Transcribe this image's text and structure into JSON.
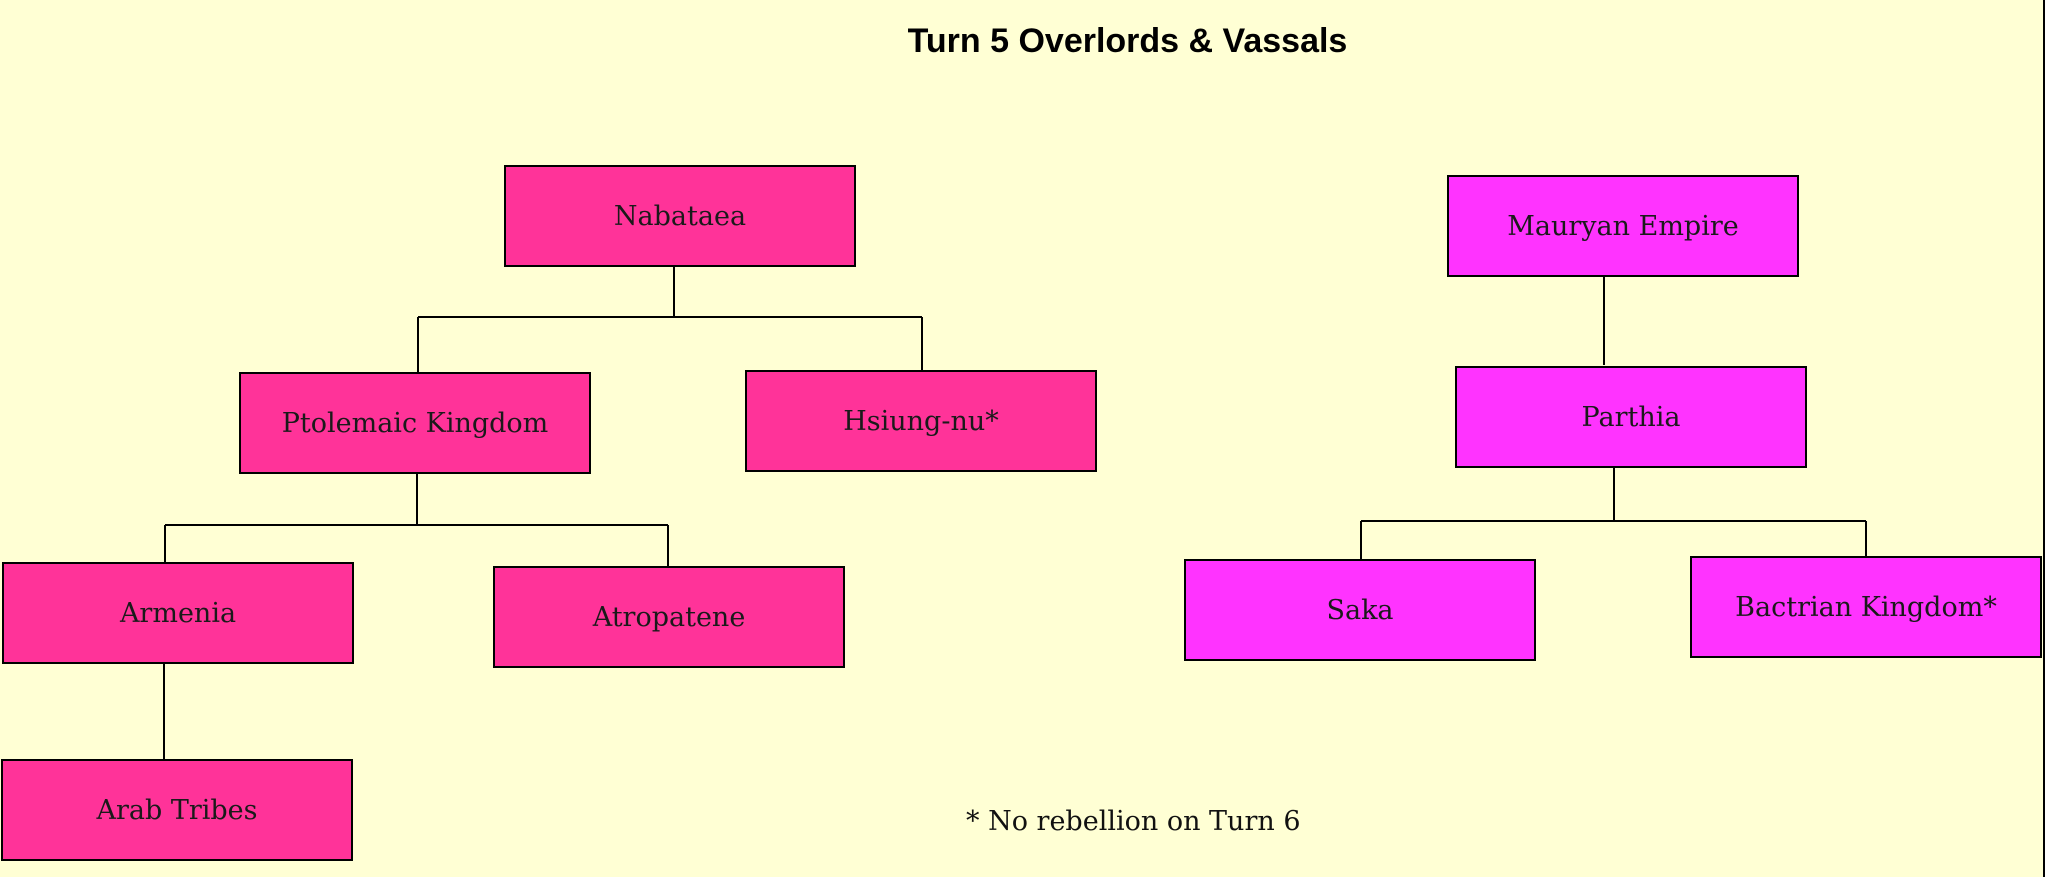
{
  "title": "Turn 5 Overlords & Vassals",
  "footnote": "* No rebellion on Turn 6",
  "colors": {
    "background": "#ffffd4",
    "group_a_fill": "#ff3399",
    "group_b_fill": "#ff33ff"
  },
  "group_a": {
    "root": "Nabataea",
    "vassals": {
      "ptolemaic": "Ptolemaic Kingdom",
      "hsiung_nu": "Hsiung-nu*",
      "armenia": "Armenia",
      "atropatene": "Atropatene",
      "arab_tribes": "Arab Tribes"
    }
  },
  "group_b": {
    "root": "Mauryan Empire",
    "vassals": {
      "parthia": "Parthia",
      "saka": "Saka",
      "bactrian": "Bactrian Kingdom*"
    }
  }
}
